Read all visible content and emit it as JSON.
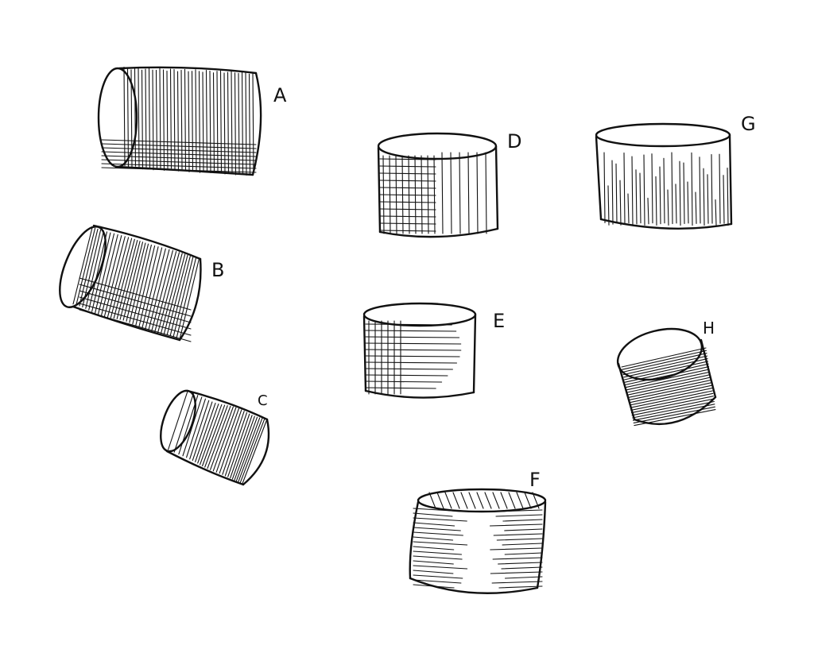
{
  "sketches": [
    {
      "label": "A",
      "shading": "vertical-hatch-with-cross-hatch-bottom"
    },
    {
      "label": "B",
      "shading": "vertical-hatch-with-cross-hatch"
    },
    {
      "label": "C",
      "shading": "vertical-hatch"
    },
    {
      "label": "D",
      "shading": "grid-cross-hatch-left-vertical-right"
    },
    {
      "label": "E",
      "shading": "grid-cross-hatch-left-horizontal-right"
    },
    {
      "label": "F",
      "shading": "horizontal-hatch-edges"
    },
    {
      "label": "G",
      "shading": "vertical-hatch-bottom"
    },
    {
      "label": "H",
      "shading": "dense-horizontal-hatch"
    }
  ]
}
